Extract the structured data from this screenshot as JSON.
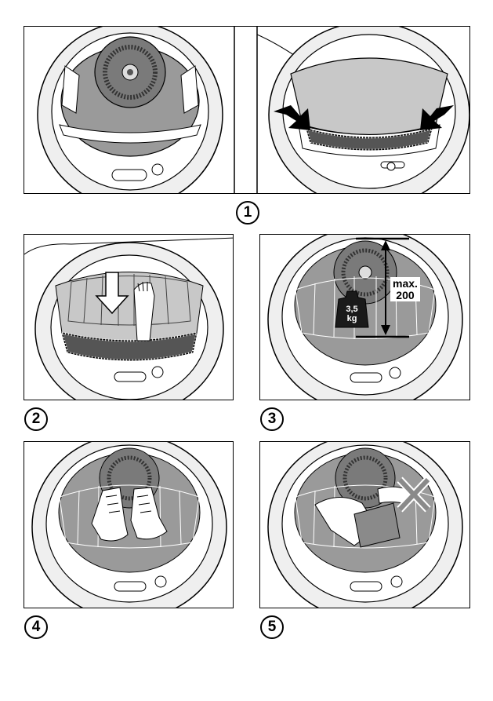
{
  "steps": [
    "1",
    "2",
    "3",
    "4",
    "5"
  ],
  "load_label": {
    "max_line1": "max.",
    "max_line2": "200",
    "weight_line1": "3,5",
    "weight_line2": "kg"
  },
  "colors": {
    "line": "#000000",
    "drum": "#9a9a9a",
    "drum_dark": "#6f6f6f",
    "rim": "#e2e2e2",
    "paper": "#ffffff"
  },
  "icons": [
    "dryer-drum",
    "press-arrow-icon",
    "push-down-arrow-icon",
    "weight-icon",
    "double-arrow-icon",
    "prohibited-cross-icon"
  ]
}
